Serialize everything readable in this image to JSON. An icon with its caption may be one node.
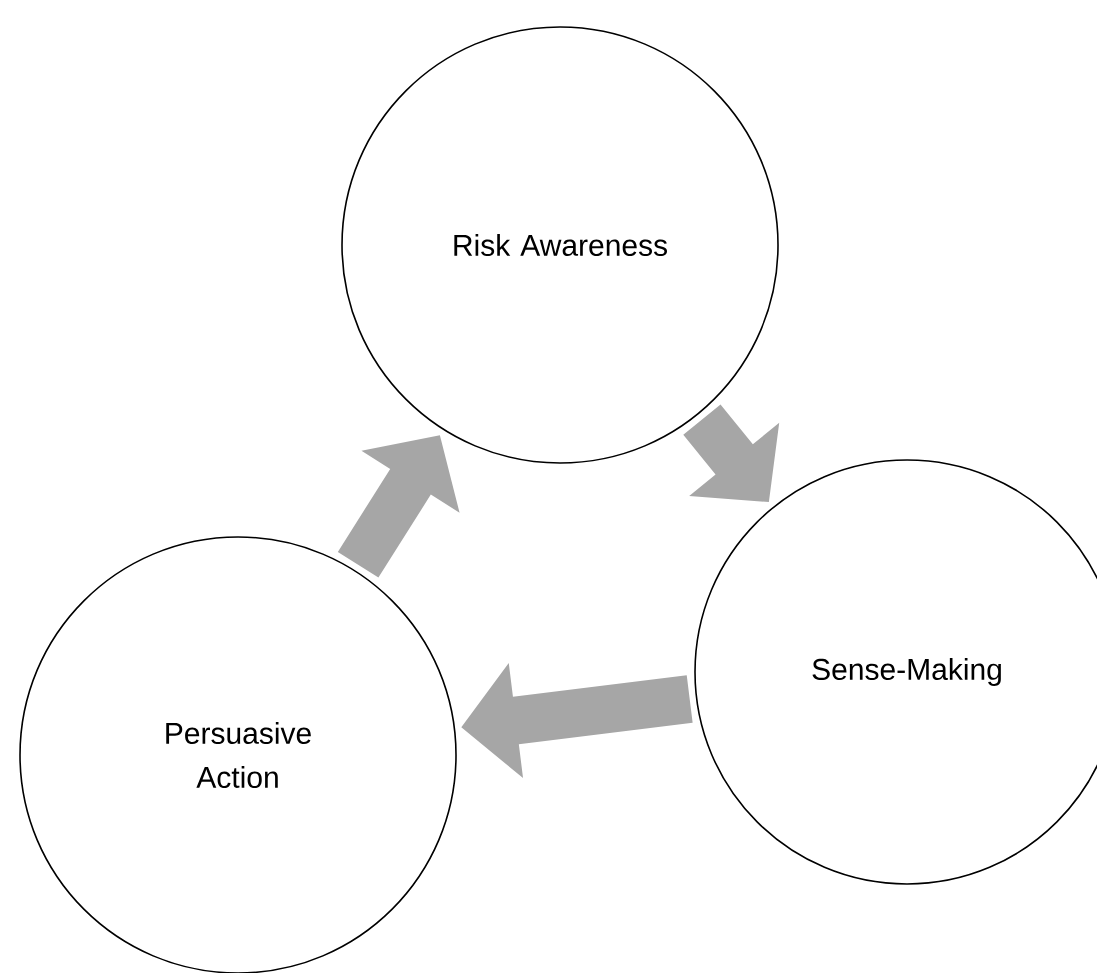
{
  "diagram": {
    "nodes": [
      {
        "text": [
          "Risk Awareness"
        ]
      },
      {
        "text": [
          "Sense-Making"
        ]
      },
      {
        "text": [
          "Persuasive Action"
        ]
      }
    ],
    "edges": [
      {
        "from": 0,
        "to": 1,
        "arrow": "to"
      },
      {
        "from": 1,
        "to": 2,
        "arrow": "to"
      },
      {
        "from": 2,
        "to": 0,
        "arrow": "to"
      }
    ]
  }
}
